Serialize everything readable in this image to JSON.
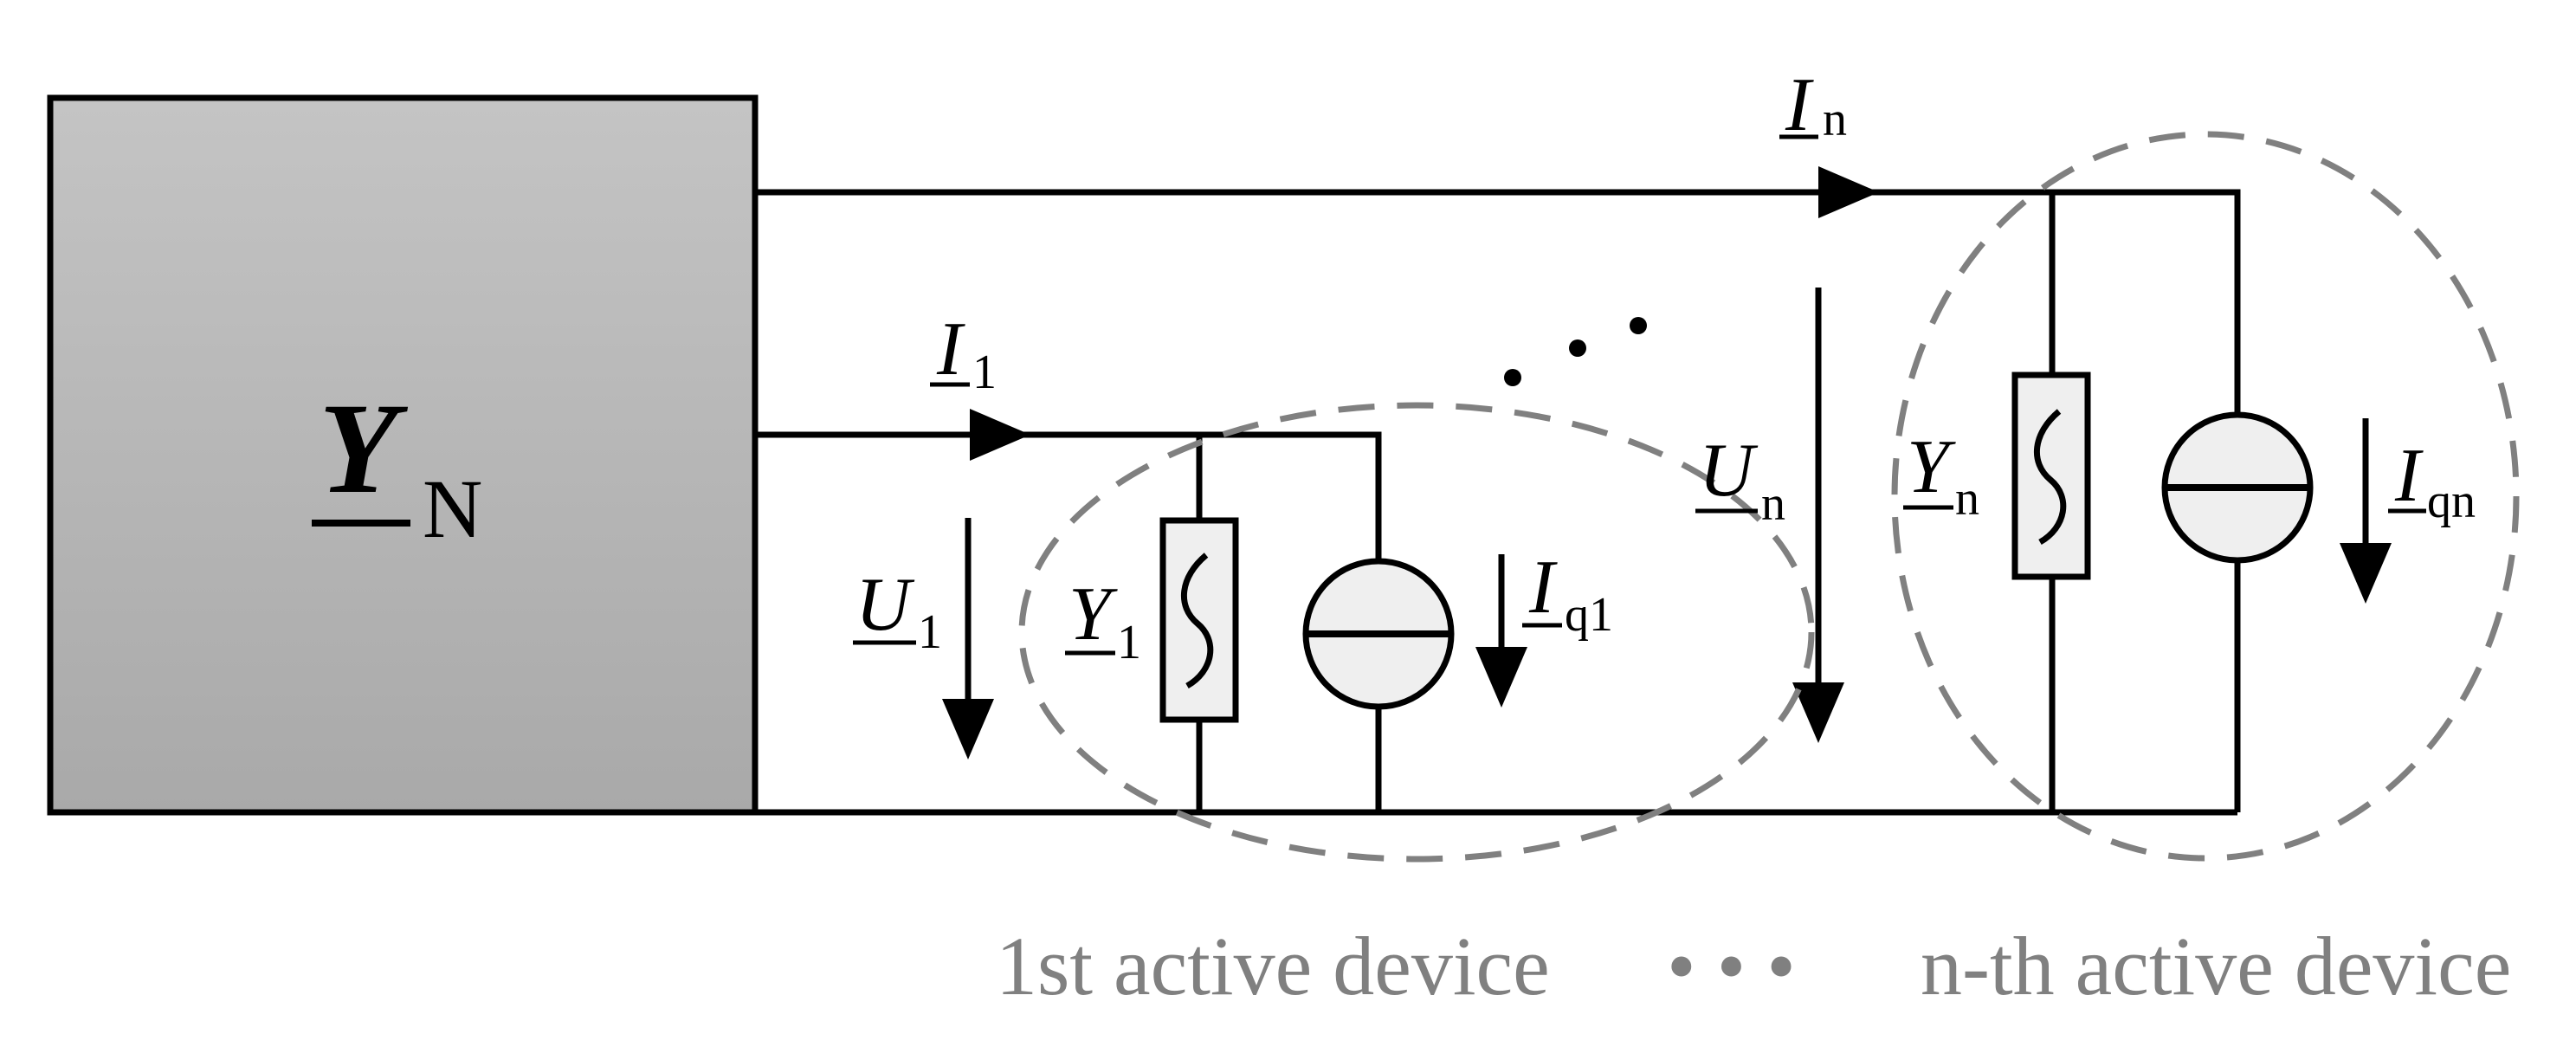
{
  "network": {
    "symbol": "Y",
    "subscript": "N"
  },
  "device_1": {
    "current": {
      "symbol": "I",
      "subscript": "1"
    },
    "voltage": {
      "symbol": "U",
      "subscript": "1"
    },
    "admittance": {
      "symbol": "Y",
      "subscript": "1"
    },
    "source_current": {
      "symbol": "I",
      "subscript": "q1"
    }
  },
  "device_n": {
    "current": {
      "symbol": "I",
      "subscript": "n"
    },
    "voltage": {
      "symbol": "U",
      "subscript": "n"
    },
    "admittance": {
      "symbol": "Y",
      "subscript": "n"
    },
    "source_current": {
      "symbol": "I",
      "subscript": "qn"
    }
  },
  "captions": {
    "first": "1st active device",
    "ellipsis": "• • •",
    "nth": "n-th active device"
  },
  "colors": {
    "box_gradient_top": "#c4c4c4",
    "box_gradient_bottom": "#a9a9a9",
    "dashed_outline": "#808080",
    "element_fill": "#efefef",
    "caption": "#808080"
  }
}
